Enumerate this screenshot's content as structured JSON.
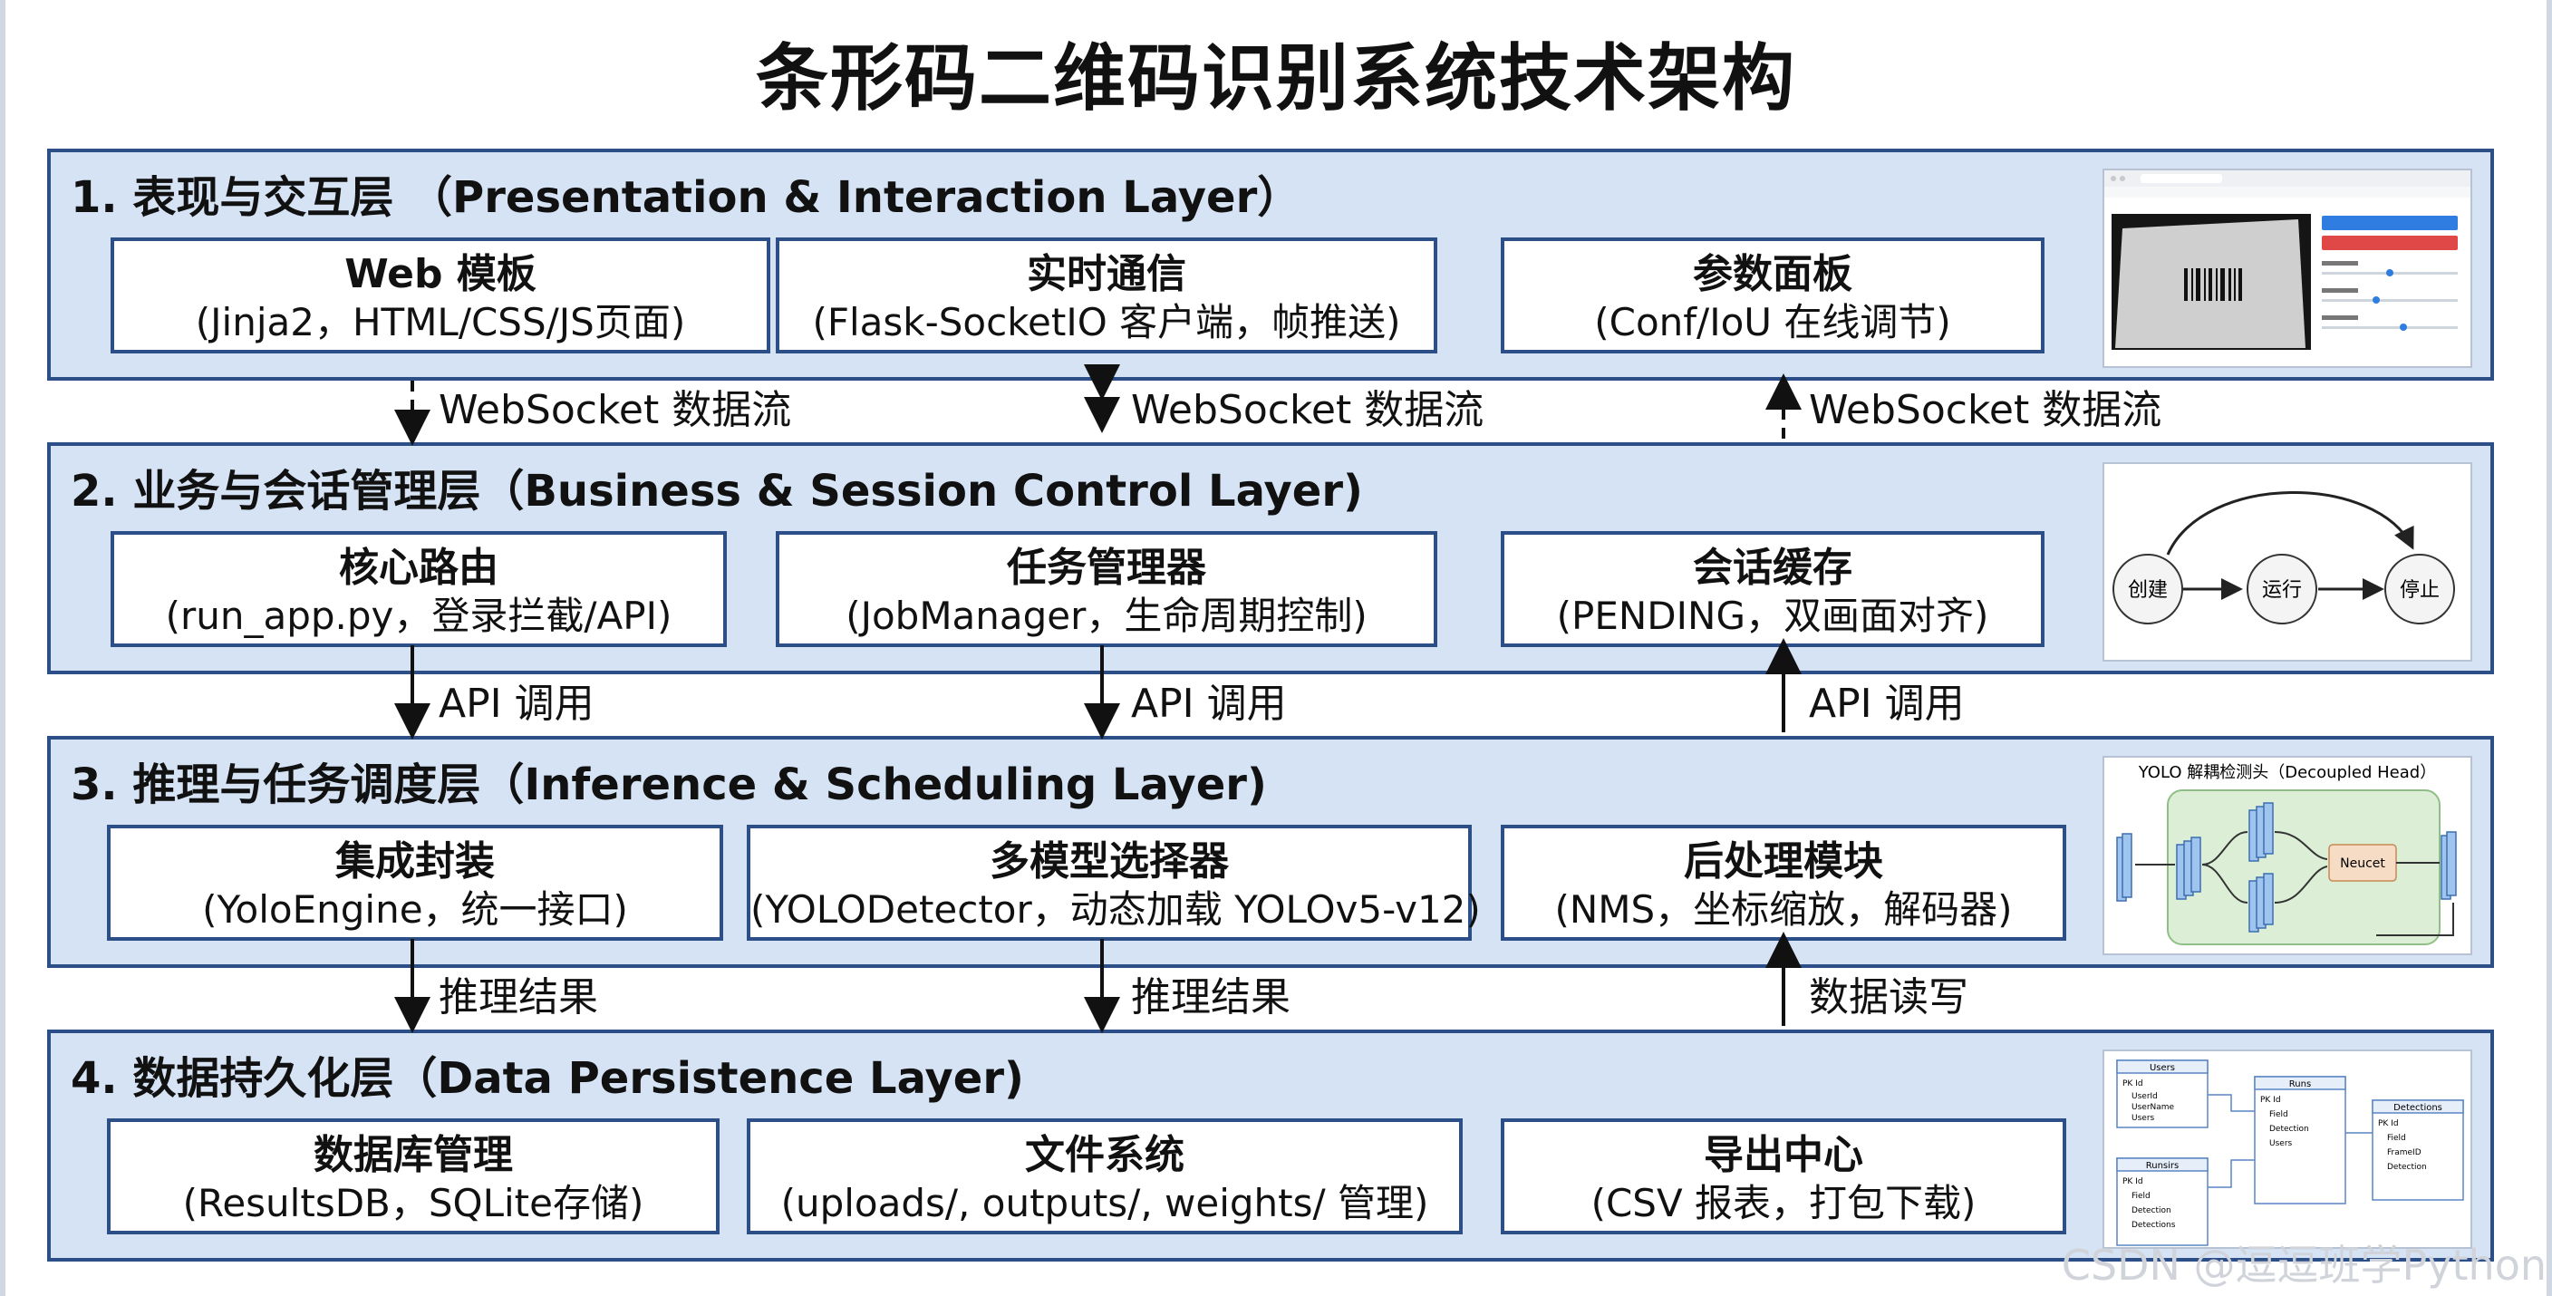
{
  "title": "条形码二维码识别系统技术架构",
  "layers": [
    {
      "title": "1. 表现与交互层 （Presentation & Interaction Layer）",
      "boxes": [
        {
          "name": "Web 模板",
          "desc": "(Jinja2，HTML/CSS/JS页面)"
        },
        {
          "name": "实时通信",
          "desc": "(Flask-SocketIO 客户端，帧推送)"
        },
        {
          "name": "参数面板",
          "desc": "(Conf/IoU 在线调节)"
        }
      ],
      "thumbnail": {
        "icon": "barcode-scanner-app-screenshot"
      }
    },
    {
      "title": "2. 业务与会话管理层（Business & Session Control Layer)",
      "boxes": [
        {
          "name": "核心路由",
          "desc": "(run_app.py，登录拦截/API)"
        },
        {
          "name": "任务管理器",
          "desc": "(JobManager，生命周期控制)"
        },
        {
          "name": "会话缓存",
          "desc": "(PENDING，双画面对齐)"
        }
      ],
      "thumbnail": {
        "icon": "state-flow-diagram",
        "states": [
          "创建",
          "运行",
          "停止"
        ]
      }
    },
    {
      "title": "3. 推理与任务调度层（Inference & Scheduling Layer)",
      "boxes": [
        {
          "name": "集成封装",
          "desc": "(YoloEngine，统一接口)"
        },
        {
          "name": "多模型选择器",
          "desc": "(YOLODetector，动态加载 YOLOv5-v12)"
        },
        {
          "name": "后处理模块",
          "desc": "(NMS，坐标缩放，解码器)"
        }
      ],
      "thumbnail": {
        "icon": "yolo-decoupled-head-diagram",
        "caption": "YOLO 解耦检测头（Decoupled Head）",
        "node": "Neucet"
      }
    },
    {
      "title": "4. 数据持久化层（Data Persistence Layer)",
      "boxes": [
        {
          "name": "数据库管理",
          "desc": "(ResultsDB，SQLite存储)"
        },
        {
          "name": "文件系统",
          "desc": "(uploads/, outputs/, weights/ 管理)"
        },
        {
          "name": "导出中心",
          "desc": "(CSV 报表，打包下载)"
        }
      ],
      "thumbnail": {
        "icon": "database-er-diagram",
        "tables": [
          {
            "name": "Users",
            "rows": [
              "PK Id",
              "UserId",
              "UserName",
              "Users"
            ]
          },
          {
            "name": "Runs",
            "rows": [
              "PK Id",
              "Field",
              "Detection",
              "Users"
            ]
          },
          {
            "name": "Detections",
            "rows": [
              "PK Id",
              "Field",
              "FrameID",
              "Detection"
            ]
          },
          {
            "name": "Runsirs",
            "rows": [
              "PK Id",
              "Field",
              "Detection",
              "Detections"
            ]
          }
        ]
      }
    }
  ],
  "connectors": [
    {
      "label": "WebSocket 数据流",
      "direction": "down",
      "style": "dashed"
    },
    {
      "label": "WebSocket 数据流",
      "direction": "both",
      "style": "dashed"
    },
    {
      "label": "WebSocket 数据流",
      "direction": "up",
      "style": "dashed"
    },
    {
      "label": "API 调用",
      "direction": "down",
      "style": "solid"
    },
    {
      "label": "API 调用",
      "direction": "down",
      "style": "solid"
    },
    {
      "label": "API 调用",
      "direction": "up",
      "style": "solid"
    },
    {
      "label": "推理结果",
      "direction": "down",
      "style": "solid"
    },
    {
      "label": "推理结果",
      "direction": "down",
      "style": "solid"
    },
    {
      "label": "数据读写",
      "direction": "up",
      "style": "solid"
    }
  ],
  "watermark": "CSDN @逗逗班学Python",
  "colors": {
    "layer_fill": "#d5e3f4",
    "border": "#2c4f87",
    "box_fill": "#ffffff"
  }
}
